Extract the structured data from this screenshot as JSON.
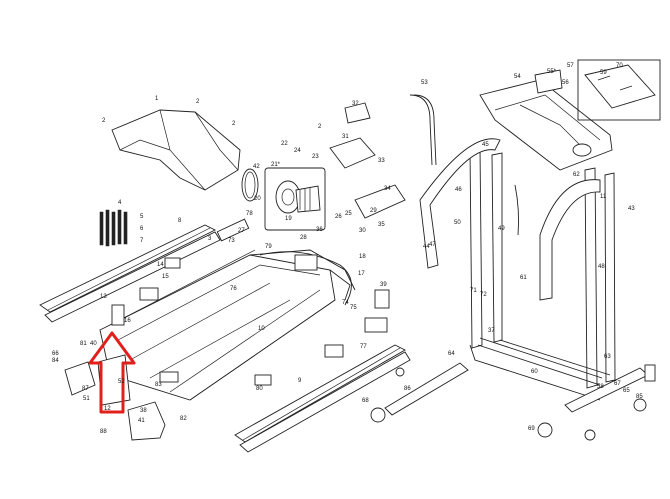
{
  "diagram": {
    "part_labels": [
      "1",
      "2",
      "2",
      "2",
      "2",
      "3",
      "4",
      "5",
      "6",
      "7",
      "8",
      "9",
      "10",
      "11",
      "12",
      "13",
      "14",
      "15",
      "16",
      "17",
      "18",
      "19",
      "20",
      "21*",
      "22",
      "23",
      "24",
      "25",
      "26",
      "27",
      "28",
      "29",
      "30",
      "31",
      "32",
      "33",
      "34",
      "35",
      "36",
      "37",
      "38",
      "39",
      "40",
      "41",
      "42",
      "43",
      "44",
      "45",
      "46",
      "47",
      "48",
      "49",
      "50",
      "51",
      "52",
      "53",
      "54",
      "55*",
      "56",
      "57",
      "58",
      "59",
      "60",
      "61",
      "62",
      "63",
      "64",
      "65",
      "66",
      "67",
      "68",
      "69",
      "70",
      "71",
      "72",
      "73",
      "74",
      "75",
      "76",
      "77",
      "78",
      "79",
      "80",
      "81",
      "82",
      "83",
      "84",
      "85",
      "86",
      "87",
      "88"
    ],
    "highlight_arrow": {
      "color": "#e0201b"
    }
  }
}
